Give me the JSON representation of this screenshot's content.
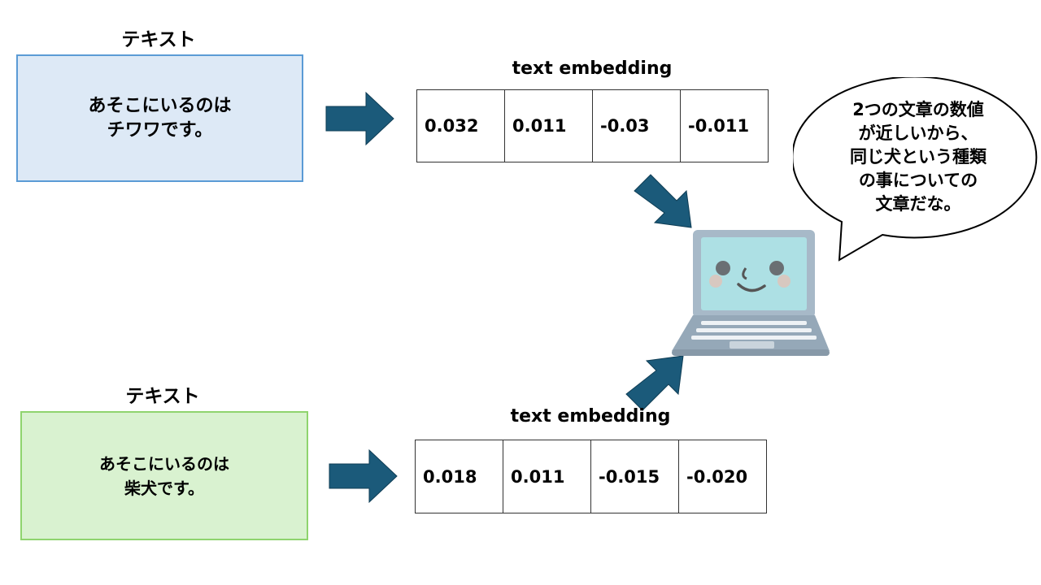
{
  "top": {
    "label": "テキスト",
    "sentence_lines": [
      "あそこにいるのは",
      "チワワです。"
    ],
    "embedding_label": "text embedding",
    "embedding_values": [
      "0.032",
      "0.011",
      "-0.03",
      "-0.011"
    ]
  },
  "bottom": {
    "label": "テキスト",
    "sentence_lines": [
      "あそこにいるのは",
      "柴犬です。"
    ],
    "embedding_label": "text embedding",
    "embedding_values": [
      "0.018",
      "0.011",
      "-0.015",
      "-0.020"
    ]
  },
  "speech_bubble": {
    "lines": [
      "2つの文章の数値",
      "が近しいから、",
      "同じ犬という種類",
      "の事についての",
      "文章だな。"
    ]
  },
  "computer": {
    "icon": "smiling-laptop-icon"
  },
  "colors": {
    "arrow": "#1b5a7a",
    "top_box": "#dde9f6",
    "bottom_box": "#d9f2d0"
  }
}
